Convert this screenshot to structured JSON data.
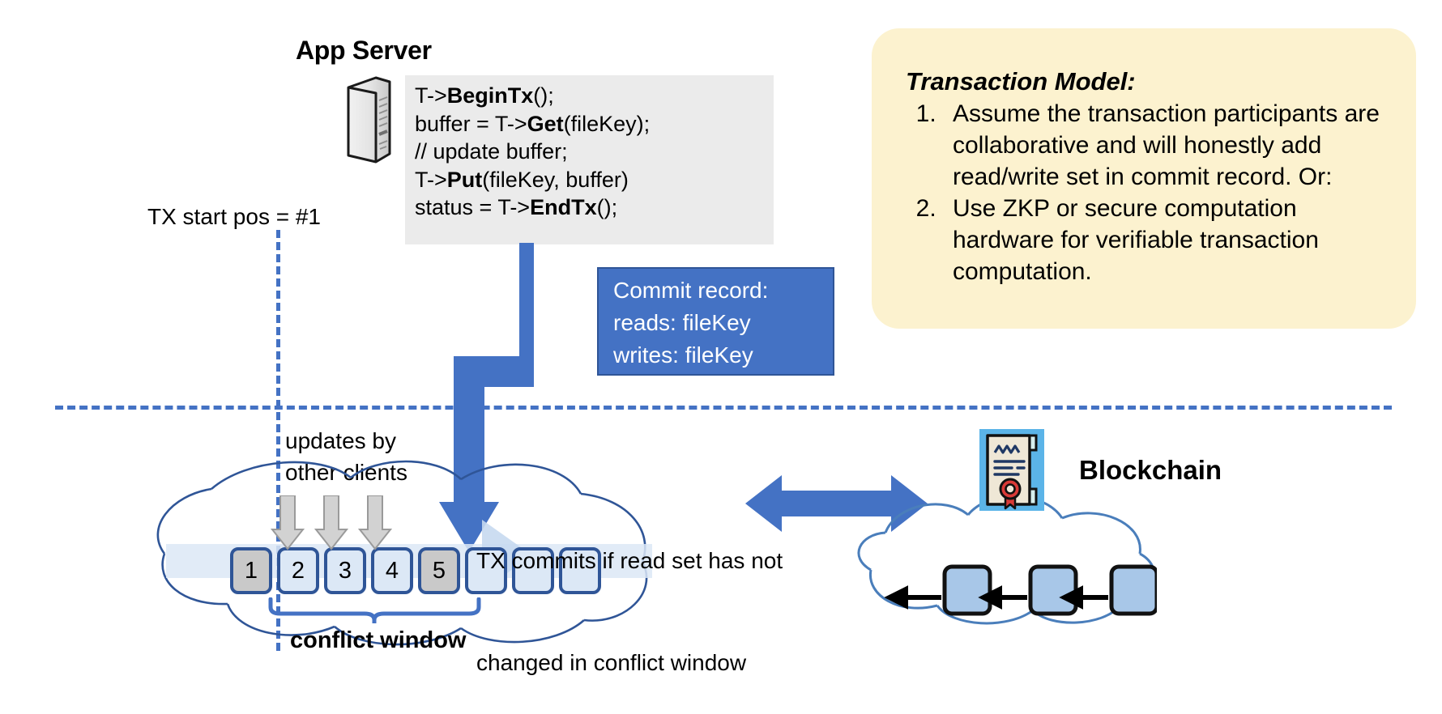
{
  "app_server": {
    "title": "App Server",
    "icon": "server-tower-icon",
    "code_lines": [
      [
        {
          "t": "T->",
          "b": false
        },
        {
          "t": "BeginTx",
          "b": true
        },
        {
          "t": "();",
          "b": false
        }
      ],
      [
        {
          "t": "buffer = T->",
          "b": false
        },
        {
          "t": "Get",
          "b": true
        },
        {
          "t": "(fileKey);",
          "b": false
        }
      ],
      [
        {
          "t": "// update buffer;",
          "b": false
        }
      ],
      [
        {
          "t": "T->",
          "b": false
        },
        {
          "t": "Put",
          "b": true
        },
        {
          "t": "(fileKey, buffer)",
          "b": false
        }
      ],
      [
        {
          "t": "status = T->",
          "b": false
        },
        {
          "t": "EndTx",
          "b": true
        },
        {
          "t": "();",
          "b": false
        }
      ]
    ]
  },
  "tx_start": {
    "label": "TX start pos = #1"
  },
  "commit_record": {
    "lines": [
      "Commit record:",
      "reads: fileKey",
      "writes: fileKey"
    ]
  },
  "log": {
    "updates_label_lines": [
      "updates by",
      "other clients"
    ],
    "blocks": [
      {
        "label": "1",
        "filled": true
      },
      {
        "label": "2",
        "filled": false
      },
      {
        "label": "3",
        "filled": false
      },
      {
        "label": "4",
        "filled": false
      },
      {
        "label": "5",
        "filled": true
      },
      {
        "label": "",
        "filled": false
      },
      {
        "label": "",
        "filled": false
      },
      {
        "label": "",
        "filled": false
      }
    ],
    "conflict_window_label": "conflict window",
    "commit_note_lines": [
      "TX commits if read set has not",
      "changed in conflict window"
    ]
  },
  "blockchain": {
    "label": "Blockchain",
    "cert_icon": "certificate-seal-icon",
    "block_count": 3
  },
  "transaction_model": {
    "title": "Transaction Model:",
    "items": [
      "Assume the transaction participants are collaborative and will honestly add read/write set in commit record.  Or:",
      "Use ZKP or secure computation hardware for verifiable transaction computation."
    ]
  },
  "colors": {
    "accent_blue": "#4472c4",
    "dark_blue": "#2f5597",
    "block_fill": "#dce8f6",
    "block_filled_gray": "#c9c9c9",
    "code_bg": "#ebebeb",
    "panel_bg": "#fcf2cf",
    "cert_bg": "#5bb4e8",
    "seal_red": "#cf2a27"
  }
}
